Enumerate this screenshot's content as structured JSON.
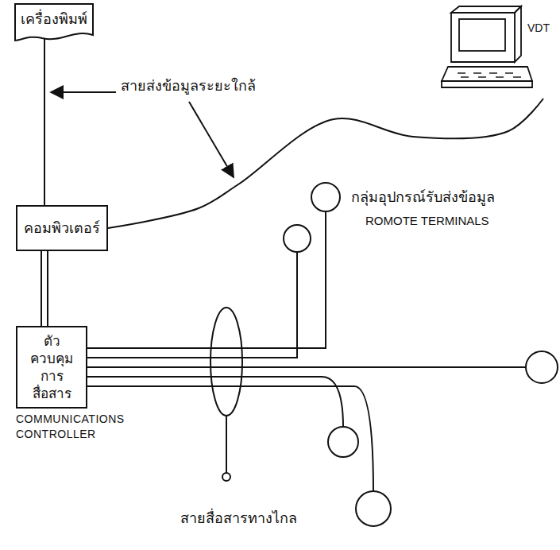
{
  "diagram": {
    "nodes": [
      {
        "text": [
          "เครื่องพิมพ์"
        ]
      },
      {
        "text": [
          "VDT"
        ]
      },
      {
        "text": [
          "คอมพิวเตอร์"
        ]
      },
      {
        "text": [
          "ตัวควบคุมการสื่อสาร",
          "COMMUNICATIONS CONTROLLER"
        ]
      }
    ],
    "edges": [
      {
        "from": 0,
        "to": 2,
        "arrow": "none"
      },
      {
        "from": 2,
        "to": 3,
        "arrow": "none"
      },
      {
        "from": 2,
        "to": 1,
        "arrow": "none"
      }
    ],
    "labels": [
      "สายส่งข้อมูลระยะใกล้",
      "กลุ่มอุปกรณ์รับส่งข้อมูล",
      "ROMOTE TERMINALS",
      "สายสื่อสารทางไกล"
    ]
  }
}
